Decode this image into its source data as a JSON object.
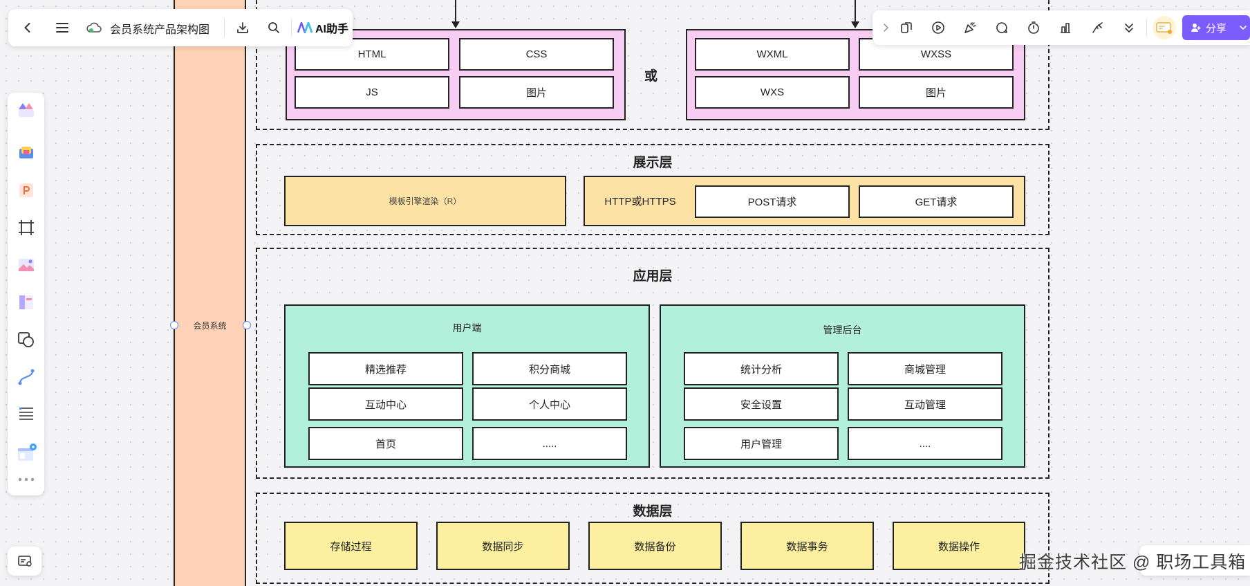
{
  "topbar": {
    "title": "会员系统产品架构图",
    "ai_label": "AI助手"
  },
  "right_toolbar": {
    "share_label": "分享"
  },
  "lane": {
    "label": "会员系统"
  },
  "top_section": {
    "separator": "或",
    "web_group": [
      "HTML",
      "CSS",
      "JS",
      "图片"
    ],
    "mini_group": [
      "WXML",
      "WXSS",
      "WXS",
      "图片"
    ]
  },
  "presentation_layer": {
    "title": "展示层",
    "template_label": "模板引擎渲染（R）",
    "http_label": "HTTP或HTTPS",
    "post_label": "POST请求",
    "get_label": "GET请求"
  },
  "application_layer": {
    "title": "应用层",
    "user_group": {
      "title": "用户端",
      "items": [
        "精选推荐",
        "积分商城",
        "互动中心",
        "个人中心",
        "首页",
        "....."
      ]
    },
    "admin_group": {
      "title": "管理后台",
      "items": [
        "统计分析",
        "商城管理",
        "安全设置",
        "互动管理",
        "用户管理",
        "...."
      ]
    }
  },
  "data_layer": {
    "title": "数据层",
    "items": [
      "存储过程",
      "数据同步",
      "数据备份",
      "数据事务",
      "数据操作"
    ]
  },
  "watermark": "掘金技术社区 @ 职场工具箱",
  "colors": {
    "lane": "#fdd2b6",
    "pink": "#f8cdf4",
    "orange": "#fce3a5",
    "mint": "#b3f0dc",
    "yellow": "#fcef9f",
    "share": "#7b5cff"
  }
}
